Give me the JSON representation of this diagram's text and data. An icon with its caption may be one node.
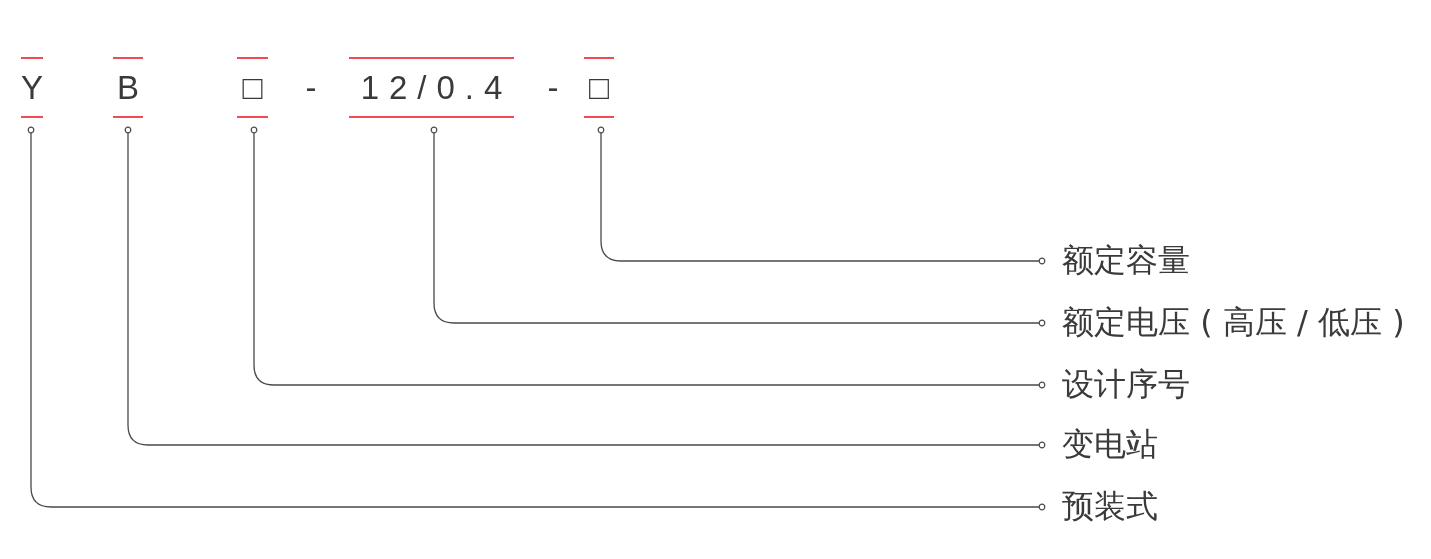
{
  "diagram": {
    "nodes": [
      {
        "text": [
          "Y"
        ]
      },
      {
        "text": [
          "B"
        ]
      },
      {
        "text": [
          "□"
        ]
      },
      {
        "text": [
          "12/0.4"
        ]
      },
      {
        "text": [
          "□"
        ]
      },
      {
        "text": [
          "额定容量"
        ]
      },
      {
        "text": [
          "额定电压 ( 高压 / 低压 )"
        ]
      },
      {
        "text": [
          "设计序号"
        ]
      },
      {
        "text": [
          "变电站"
        ]
      },
      {
        "text": [
          "预装式"
        ]
      }
    ],
    "edges": [
      {
        "from": 0,
        "to": 9,
        "arrow": "other"
      },
      {
        "from": 1,
        "to": 8,
        "arrow": "other"
      },
      {
        "from": 2,
        "to": 7,
        "arrow": "other"
      },
      {
        "from": 3,
        "to": 6,
        "arrow": "other"
      },
      {
        "from": 4,
        "to": 5,
        "arrow": "other"
      }
    ],
    "labels": [
      "-",
      "-"
    ]
  }
}
